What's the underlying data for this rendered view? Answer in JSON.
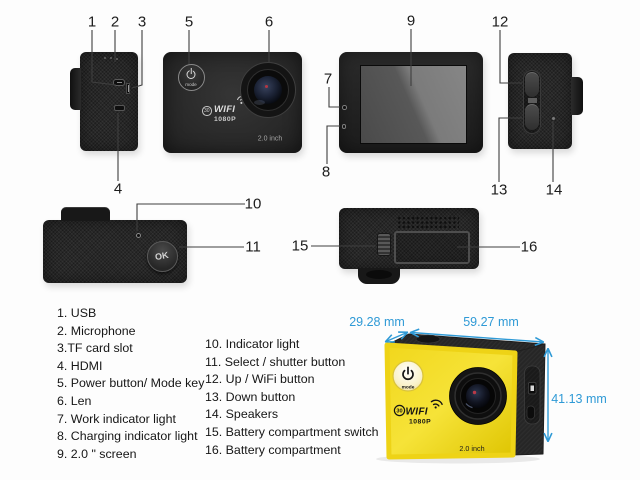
{
  "colors": {
    "dimension_blue": "#2f9ad6",
    "camera_yellow": "#f2d818",
    "body_dark": "#282828"
  },
  "callouts": {
    "n1": "1",
    "n2": "2",
    "n3": "3",
    "n4": "4",
    "n5": "5",
    "n6": "6",
    "n7": "7",
    "n8": "8",
    "n9": "9",
    "n10": "10",
    "n11": "11",
    "n12": "12",
    "n13": "13",
    "n14": "14",
    "n15": "15",
    "n16": "16"
  },
  "branding": {
    "fps_badge": "30",
    "wifi": "WIFI",
    "resolution": "1080P",
    "mode": "mode",
    "screen_size": "2.0 inch",
    "ok": "OK"
  },
  "legend": {
    "left": [
      "1. USB",
      "2. Microphone",
      "3.TF card slot",
      "4. HDMI",
      "5. Power button/ Mode key",
      "6. Len",
      "7. Work indicator light",
      "8. Charging indicator light",
      "9. 2.0 \" screen"
    ],
    "right": [
      "10. Indicator light",
      "11. Select / shutter button",
      "12. Up / WiFi button",
      "13. Down button",
      "14. Speakers",
      "15. Battery compartment switch",
      "16. Battery compartment"
    ]
  },
  "dimensions": {
    "depth": "29.28 mm",
    "width": "59.27 mm",
    "height": "41.13 mm"
  }
}
